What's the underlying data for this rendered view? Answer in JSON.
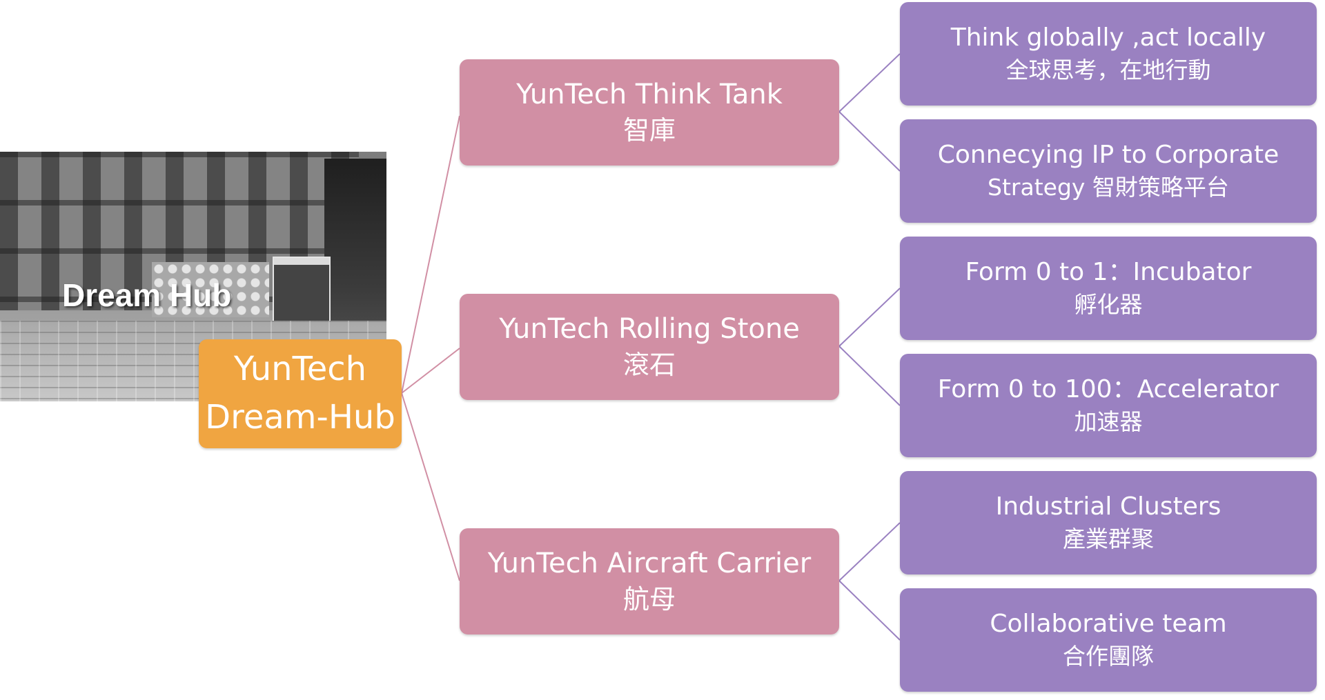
{
  "photo": {
    "caption": "Dream Hub"
  },
  "colors": {
    "root": "#f0a541",
    "mid": "#d18fa4",
    "leaf": "#9a81c1",
    "mid_connector": "#d18fa4",
    "leaf_connector": "#9a81c1"
  },
  "root": {
    "line1": "YunTech",
    "line2": "Dream-Hub"
  },
  "branches": [
    {
      "title": "YunTech Think Tank",
      "subtitle": "智庫",
      "children": [
        {
          "line1": "Think globally ,act locally",
          "line2": "全球思考，在地行動"
        },
        {
          "line1": "Connecying IP to Corporate",
          "line2": "Strategy 智財策略平台"
        }
      ]
    },
    {
      "title": "YunTech Rolling Stone",
      "subtitle": "滾石",
      "children": [
        {
          "line1": "Form 0 to 1：Incubator",
          "line2": "孵化器"
        },
        {
          "line1": "Form 0 to 100：Accelerator",
          "line2": "加速器"
        }
      ]
    },
    {
      "title": "YunTech Aircraft Carrier",
      "subtitle": "航母",
      "children": [
        {
          "line1": "Industrial Clusters",
          "line2": "產業群聚"
        },
        {
          "line1": "Collaborative team",
          "line2": "合作團隊"
        }
      ]
    }
  ]
}
